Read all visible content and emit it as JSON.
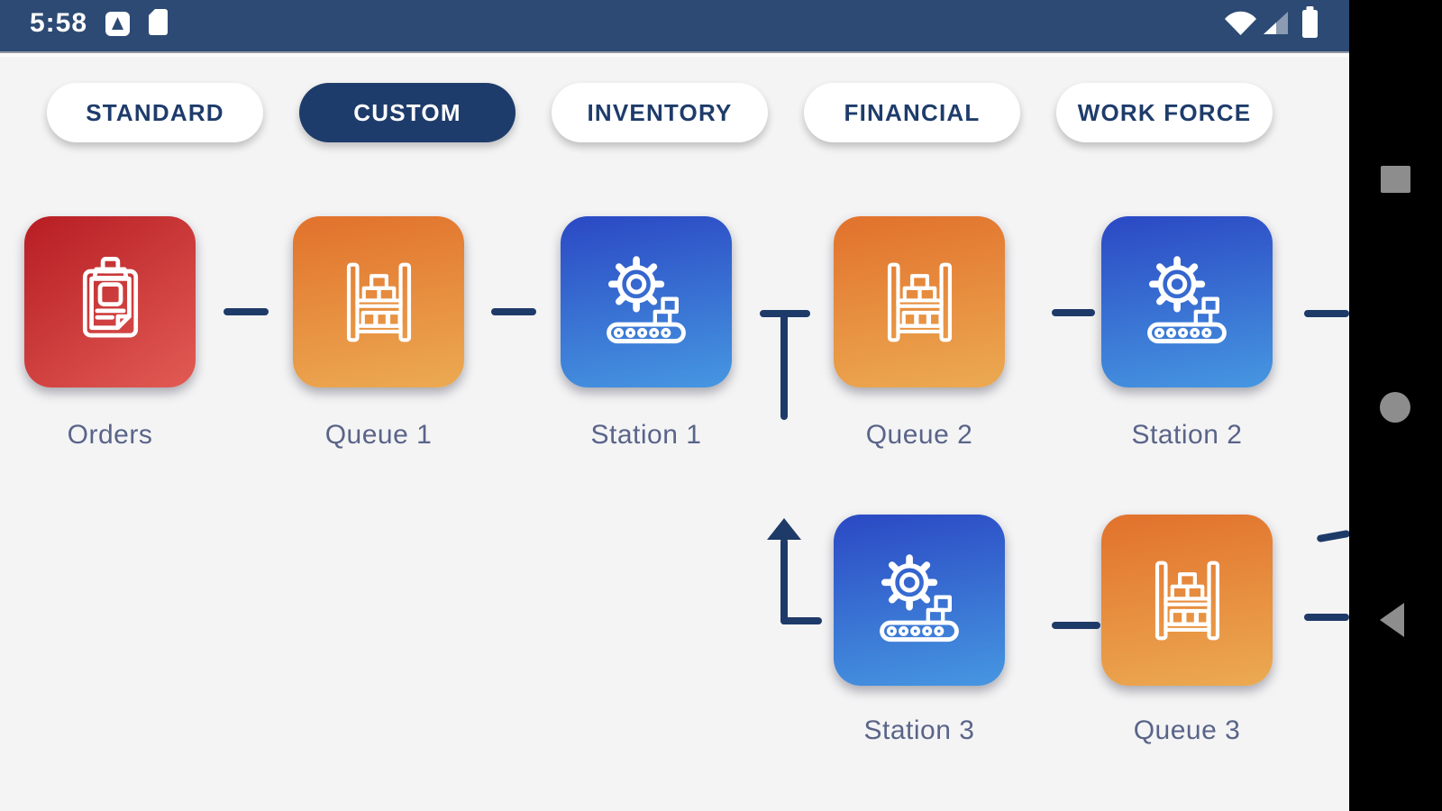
{
  "status_bar": {
    "time": "5:58",
    "left_icons": [
      "notification-app-icon",
      "sim-card-icon"
    ],
    "right_icons": [
      "wifi-icon",
      "cell-signal-icon",
      "battery-icon"
    ],
    "bg_color": "#2c4a74"
  },
  "tabs": [
    {
      "label": "STANDARD",
      "active": false
    },
    {
      "label": "CUSTOM",
      "active": true
    },
    {
      "label": "INVENTORY",
      "active": false
    },
    {
      "label": "FINANCIAL",
      "active": false
    },
    {
      "label": "WORK FORCE",
      "active": false
    }
  ],
  "flow": {
    "nodes": [
      {
        "label": "Orders",
        "icon": "clipboard-icon",
        "color": "red"
      },
      {
        "label": "Queue 1",
        "icon": "storage-rack-icon",
        "color": "orange"
      },
      {
        "label": "Station 1",
        "icon": "gear-conveyor-icon",
        "color": "blue"
      },
      {
        "label": "Queue 2",
        "icon": "storage-rack-icon",
        "color": "orange"
      },
      {
        "label": "Station 2",
        "icon": "gear-conveyor-icon",
        "color": "blue"
      },
      {
        "label": "Station 3",
        "icon": "gear-conveyor-icon",
        "color": "blue"
      },
      {
        "label": "Queue 3",
        "icon": "storage-rack-icon",
        "color": "orange"
      }
    ],
    "edges": [
      "Orders - Queue 1",
      "Queue 1 - Station 1",
      "Station 1 - tee drop line",
      "Queue 2 - Station 2",
      "Station 2 - off-screen right",
      "up-arrow return line - Station 3",
      "Station 3 - Queue 3",
      "Queue 3 - off-screen right"
    ]
  },
  "colors": {
    "status_bar": "#2c4a74",
    "active_tab": "#1e3c6b",
    "tab_text": "#1e3c6b",
    "node_label": "#5a6489",
    "connector": "#1e3a68",
    "card_red_top": "#b92026",
    "card_red_bottom": "#e25b54",
    "card_orange_top": "#e2742e",
    "card_orange_bottom": "#ecaa52",
    "card_blue_top": "#2c4cc5",
    "card_blue_bottom": "#4697e1",
    "background": "#f4f4f5",
    "nav_bar": "#000000",
    "nav_icon": "#8d8d8d"
  },
  "nav_bar": {
    "buttons": [
      "recents-button",
      "home-button",
      "back-button"
    ]
  }
}
